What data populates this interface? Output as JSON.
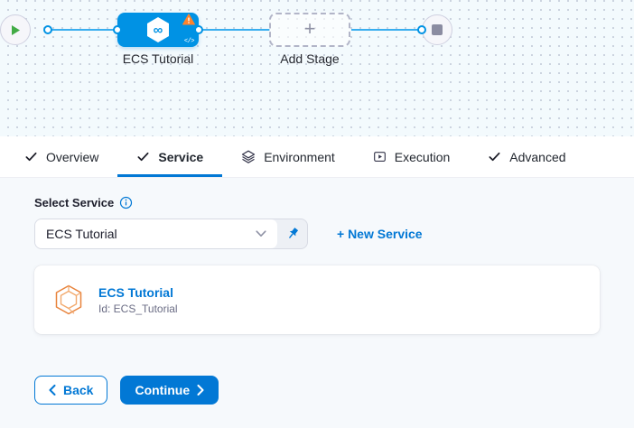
{
  "pipeline": {
    "stage_label": "ECS Tutorial",
    "add_stage_label": "Add Stage",
    "add_stage_plus": "+",
    "code_badge": "</>"
  },
  "icons": {
    "infinity": "∞"
  },
  "tabs": [
    {
      "label": "Overview"
    },
    {
      "label": "Service"
    },
    {
      "label": "Environment"
    },
    {
      "label": "Execution"
    },
    {
      "label": "Advanced"
    }
  ],
  "form": {
    "select_service_label": "Select Service",
    "service_value": "ECS Tutorial",
    "new_service_label": "+ New Service",
    "card_title": "ECS Tutorial",
    "card_id": "Id: ECS_Tutorial"
  },
  "footer": {
    "back_label": "Back",
    "continue_label": "Continue"
  },
  "colors": {
    "primary_blue": "#0278d5",
    "node_blue": "#0092e4",
    "edge_blue": "#39aeef",
    "warning_orange": "#ff832b",
    "play_green": "#42ab45",
    "service_icon_orange": "#e8833c"
  }
}
